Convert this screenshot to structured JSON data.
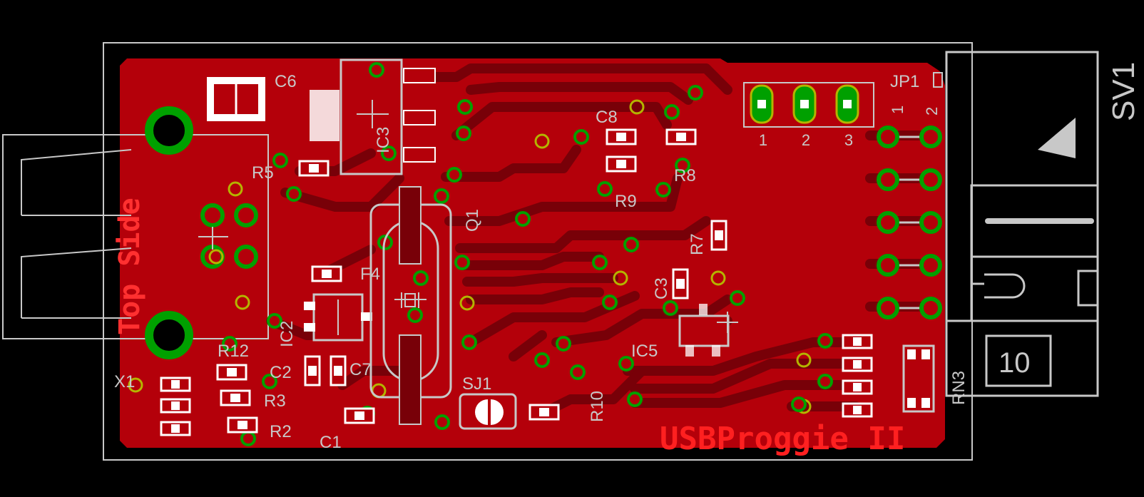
{
  "colors": {
    "background": "#000000",
    "copper": "#b4000a",
    "trace": "#a0000a",
    "pad_green": "#00a000",
    "via_yellow": "#b4b400",
    "silkscreen": "#c8c8c8",
    "board_outline": "#c8c8c8",
    "title": "#ff2020",
    "smd_pad": "#ffffff"
  },
  "board": {
    "title": "USBProggie II",
    "side_label": "Top Side"
  },
  "labels": {
    "C6": "C6",
    "IC3": "IC3",
    "R5": "R5",
    "C8": "C8",
    "R8": "R8",
    "R9": "R9",
    "Q1": "Q1",
    "R7": "R7",
    "C3": "C3",
    "F4": "F4",
    "IC2": "IC2",
    "IC5": "IC5",
    "R12": "R12",
    "C2": "C2",
    "C7": "C7",
    "X1": "X1",
    "R3": "R3",
    "R2": "R2",
    "C1": "C1",
    "SJ1": "SJ1",
    "R10": "R10",
    "RN3": "RN3",
    "JP1": "JP1",
    "SV1": "SV1"
  },
  "jp1_pins": [
    "1",
    "2",
    "3"
  ],
  "sv1_pins": {
    "pin1": "1",
    "pin2": "2",
    "pin10": "10"
  }
}
